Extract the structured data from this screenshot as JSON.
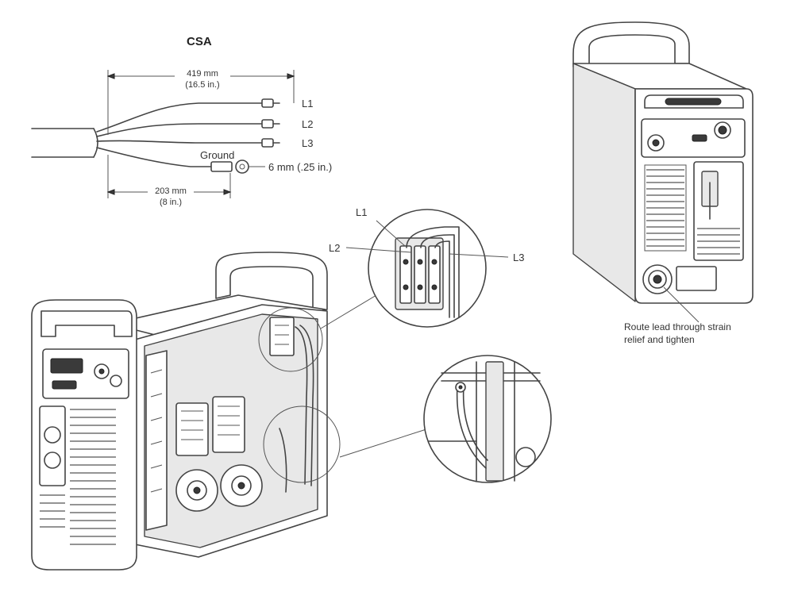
{
  "cable_detail": {
    "title": "CSA",
    "overall_length": {
      "metric": "419 mm",
      "imperial": "(16.5 in.)"
    },
    "ground_length": {
      "metric": "203 mm",
      "imperial": "(8 in.)"
    },
    "leads": [
      "L1",
      "L2",
      "L3"
    ],
    "ground_label": "Ground",
    "ring_size": "6 mm (.25 in.)"
  },
  "terminal_detail": {
    "leads": [
      "L1",
      "L2",
      "L3"
    ]
  },
  "rear_view": {
    "note_line1": "Route lead through strain",
    "note_line2": "relief and tighten"
  }
}
